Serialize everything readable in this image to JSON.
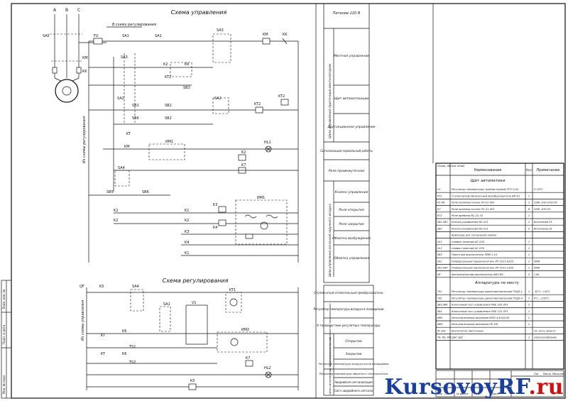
{
  "titles": {
    "control": "Схема управления",
    "regulation": "Схема регулирования"
  },
  "power_labels": [
    "A",
    "B",
    "C"
  ],
  "power_notes": {
    "to_reg": "В схему регулирования",
    "from_reg": "Из схемы регулирования",
    "from_ctrl": "Из схемы управления"
  },
  "device_labels": {
    "sa5": "SA5",
    "km_main": "KM",
    "kk_main": "KK",
    "fu": "FU",
    "sa1": "SA1",
    "sa3": "SA3",
    "km": "KM",
    "kk": "KK",
    "k2": "K2",
    "k6": "K6",
    "kt2": "KT2",
    "sb3": "SB3",
    "sa2": "SA2",
    "sb1": "SB1",
    "sb2": "SB2",
    "kt": "KT",
    "sb6": "SB6",
    "im1": "ИМ1",
    "hl1": "HL1",
    "k7": "K7",
    "sa4": "SA4",
    "sb5": "SB5",
    "sb6b": "SB6",
    "k1": "K1",
    "k3": "K3",
    "k4": "K4",
    "k5": "K5",
    "qf": "QF",
    "kt1": "KT1",
    "v1": "V1",
    "im2": "ИМ2",
    "ts1": "TS1",
    "ts2": "TS2",
    "hl2": "HL2",
    "im1b": "ИМ1"
  },
  "right_panel_upper": [
    {
      "group": "",
      "label": "Питание 220 В"
    },
    {
      "group": "Цепи управления приточным вентилятором",
      "label": "Местное управление"
    },
    {
      "group": "",
      "label": "Щит автоматизации"
    },
    {
      "group": "",
      "label": "Дистанционное управление"
    },
    {
      "group": "",
      "label": "Сигнализация нормальной работы"
    },
    {
      "group": "",
      "label": "Реле промежуточное"
    },
    {
      "group": "Цепи управления заслонкой наружного воздуха",
      "label": "Кнопка управления"
    },
    {
      "group": "",
      "label": "Реле открытия"
    },
    {
      "group": "",
      "label": "Реле закрытия"
    },
    {
      "group": "",
      "label": "Обмотка возбуждения"
    },
    {
      "group": "",
      "label": "Обмотка управления"
    }
  ],
  "right_panel_lower": [
    {
      "label": "Ступенчатый отопительный преобразователь"
    },
    {
      "label": "Регулятор температуры воздуха в помещении"
    },
    {
      "label": "К термосистеме регулятора температуры"
    },
    {
      "label": "Открытие"
    },
    {
      "label": "Закрытие"
    },
    {
      "label": "Регулятор температуры воздуха после калорифера"
    },
    {
      "label": "Регулятор температуры обратного теплоносителя"
    },
    {
      "label": "Аварийная сигнализация"
    },
    {
      "label": "Сигн аварийного сигнала"
    }
  ],
  "right_panel_lower_groups": [
    "Цепи управления клапаном на теплоносителе",
    "Цепи сигнализации аварийного состояния"
  ],
  "spec_table": {
    "headers": [
      "Позиц. обозна чение",
      "Наименование",
      "Кол",
      "Примечание"
    ],
    "section1": "Щит автоматики",
    "section2": "Аппаратура по месту",
    "rows1": [
      {
        "pos": "V1",
        "name": "Регулятор температуры транзисторный РТП-3-04",
        "qty": "",
        "note": "5÷35°С"
      },
      {
        "pos": "КТ1",
        "name": "Ступенчатый импульсный преобразователь ИП-01",
        "qty": "1",
        "note": ""
      },
      {
        "pos": "К1-К6",
        "name": "Реле промежуточное П3-21-5У3",
        "qty": "1",
        "note": "220В, 2НЗ+2НЗ+20"
      },
      {
        "pos": "К7",
        "name": "Реле промежуточное П3-21-4У3",
        "qty": "6",
        "note": "220В, 4НЗ+20"
      },
      {
        "pos": "КТ2",
        "name": "Реле времени ВС-10-33",
        "qty": "1",
        "note": ""
      },
      {
        "pos": "SB1-SB3",
        "name": "Кнопка управления КЕ-011",
        "qty": "1",
        "note": "Исполнение 2З"
      },
      {
        "pos": "SB2",
        "name": "Кнопка управления КЕ-011",
        "qty": "2",
        "note": "Исполнение 24"
      },
      {
        "pos": "",
        "name": "Арматура для сигнальной лампы",
        "qty": "",
        "note": ""
      },
      {
        "pos": "HL1",
        "name": "плафон зеленый АС-220",
        "qty": "1",
        "note": ""
      },
      {
        "pos": "HL2",
        "name": "плафон красный АС-220",
        "qty": "1",
        "note": ""
      },
      {
        "pos": "SB3",
        "name": "Пакетный выключатель ПВМ 1-10",
        "qty": "1",
        "note": ""
      },
      {
        "pos": "SA1",
        "name": "Универсальный переключатель УП 5311-А225",
        "qty": "1",
        "note": "500В"
      },
      {
        "pos": "SA2,SA4",
        "name": "Универсальный переключатель УП 5311-С225",
        "qty": "1",
        "note": "500В"
      },
      {
        "pos": "QF",
        "name": "Автоматический выключатель АБ3-М1",
        "qty": "2",
        "note": "1,6А"
      }
    ],
    "rows2": [
      {
        "pos": "TS1",
        "name": "Регулятор температуры дилатометрический ТУДЭ-1",
        "qty": "1",
        "note": "-30°С...+40°С"
      },
      {
        "pos": "TS2",
        "name": "Регулятор температуры дилатометрический ТУДЭ-4",
        "qty": "1",
        "note": "0°С...+250°С"
      },
      {
        "pos": "SB5,SB6",
        "name": "Кнопочный пост управления ПКЕ 222-2У3",
        "qty": "2",
        "note": ""
      },
      {
        "pos": "SB4",
        "name": "Кнопочный пост управления ПКЕ 122-2У3",
        "qty": "1",
        "note": ""
      },
      {
        "pos": "ИМ1",
        "name": "Исполнительный механизм МЭО-4-6,0/0,63",
        "qty": "1",
        "note": ""
      },
      {
        "pos": "ИМ2",
        "name": "Исполнительный механизм ПР-1М",
        "qty": "1",
        "note": ""
      },
      {
        "pos": "М, SA5",
        "name": "Вентилятор приточный",
        "qty": "",
        "note": "см. часть проекта"
      },
      {
        "pos": "ТК, КК, КМ",
        "name": "Щит ЩУ",
        "qty": "1",
        "note": "электроснабжение"
      }
    ]
  },
  "stamp": {
    "cells": [
      "Изм",
      "Лист",
      "№ докум.",
      "Подп.",
      "Дата",
      "Лит",
      "Масса",
      "Масштаб"
    ]
  },
  "side_stamp": [
    "Инв. № подл.",
    "Подп. и дата",
    "Взам. инв. №"
  ],
  "watermark": {
    "main": "KursovoyRF",
    "suffix": ".ru"
  }
}
